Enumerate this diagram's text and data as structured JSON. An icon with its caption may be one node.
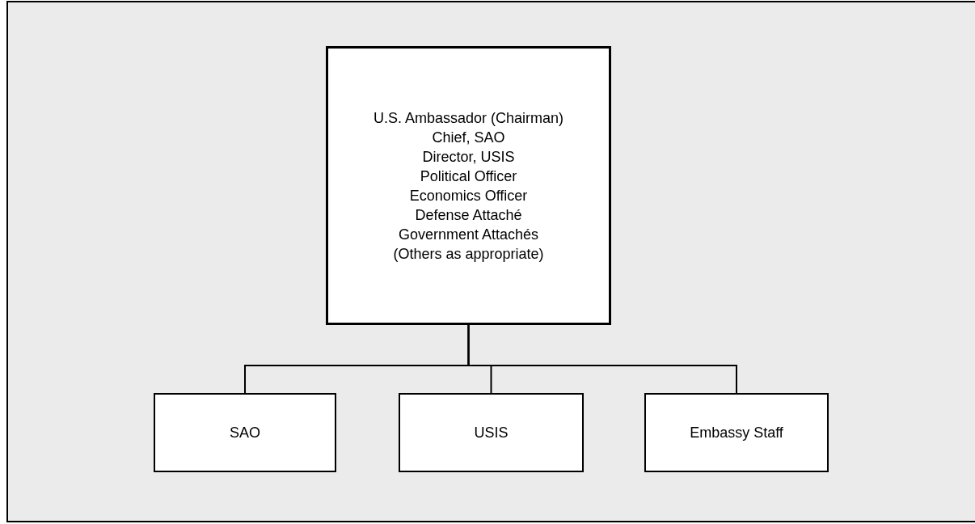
{
  "diagram": {
    "nodes": [
      {
        "text": [
          "U.S. Ambassador (Chairman)",
          "Chief, SAO",
          "Director, USIS",
          "Political Officer",
          "Economics Officer",
          "Defense Attaché",
          "Government Attachés",
          "(Others as appropriate)"
        ]
      },
      {
        "text": [
          "SAO"
        ]
      },
      {
        "text": [
          "USIS"
        ]
      },
      {
        "text": [
          "Embassy Staff"
        ]
      }
    ],
    "edges": [
      {
        "from": 0,
        "to": 1,
        "arrow": "none"
      },
      {
        "from": 0,
        "to": 2,
        "arrow": "none"
      },
      {
        "from": 0,
        "to": 3,
        "arrow": "none"
      }
    ]
  }
}
